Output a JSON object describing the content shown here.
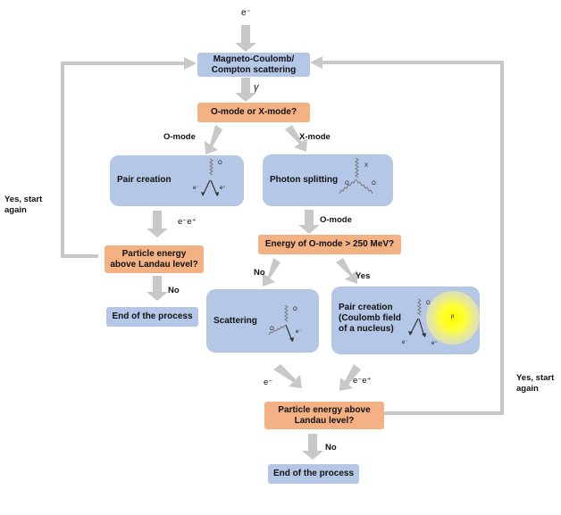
{
  "top_input": "e⁻",
  "gamma_symbol": "γ",
  "nodes": {
    "scatter_start": [
      "Magneto-Coulomb/",
      "Compton scattering"
    ],
    "mode_question": "O-mode or X-mode?",
    "pair_creation": "Pair creation",
    "photon_splitting": "Photon splitting",
    "energy_question": "Energy of O-mode > 250 MeV?",
    "particle_energy_left": [
      "Particle energy",
      "above Landau level?"
    ],
    "end_left": "End of the process",
    "scattering": "Scattering",
    "pair_creation_nucleus": [
      "Pair creation",
      "(Coulomb field",
      "of a nucleus)"
    ],
    "particle_energy_bottom": [
      "Particle energy above",
      "Landau level?"
    ],
    "end_bottom": "End of the process"
  },
  "edge_labels": {
    "o_mode_left": "O-mode",
    "x_mode_right": "X-mode",
    "ee_left": "e⁻e⁺",
    "o_mode_mid": "O-mode",
    "no_mid": "No",
    "yes_mid": "Yes",
    "no_left": "No",
    "e_minus_bottom": "e⁻",
    "ee_bottom": "e⁻e⁺",
    "no_bottom": "No",
    "yes_start_left": [
      "Yes, start",
      "again"
    ],
    "yes_start_right": [
      "Yes, start",
      "again"
    ]
  },
  "mini_labels": {
    "pc_o": "O",
    "pc_em": "e⁻",
    "pc_ep": "e⁺",
    "ps_x": "X",
    "ps_o1": "O",
    "ps_o2": "O",
    "sc_o1": "O",
    "sc_o2": "O",
    "sc_em": "e⁻",
    "pn_o": "O",
    "pn_em": "e⁻",
    "pn_ep": "e⁺",
    "pn_p": "p"
  },
  "colors": {
    "blue_box": "#b4c7e7",
    "orange_box": "#f4b183",
    "arrow": "#c8c8c8",
    "nucleus": "#ffff00"
  }
}
